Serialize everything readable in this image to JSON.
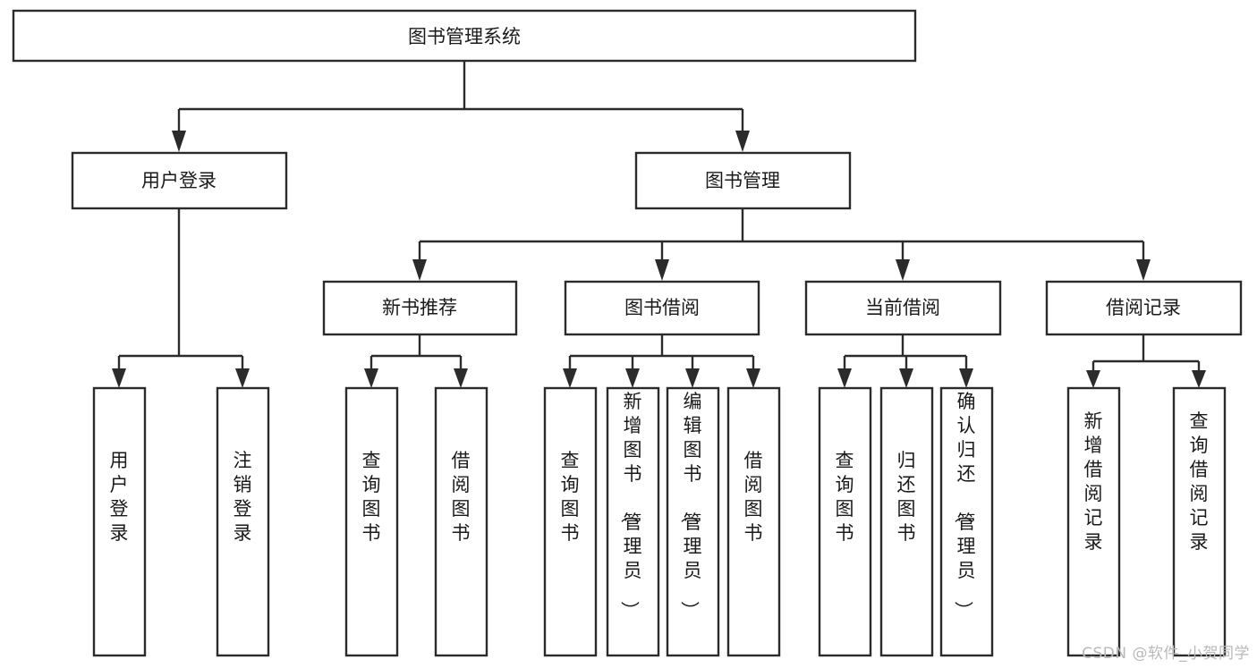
{
  "diagram": {
    "title": "图书管理系统",
    "type": "tree",
    "watermark": "CSDN @软件_小贺同学",
    "colors": {
      "stroke": "#2b2b2b",
      "fill": "#ffffff",
      "text": "#1a1a1a",
      "watermark": "#b9b9b9",
      "background": "#ffffff"
    },
    "levels": [
      {
        "name": "root",
        "labels": [
          "图书管理系统"
        ]
      },
      {
        "name": "level-1",
        "labels": [
          "用户登录",
          "图书管理"
        ]
      },
      {
        "name": "level-2",
        "labels": [
          "新书推荐",
          "图书借阅",
          "当前借阅",
          "借阅记录"
        ]
      },
      {
        "name": "level-3",
        "labels": [
          "用户登录",
          "注销登录",
          "查询图书",
          "借阅图书",
          "查询图书",
          "新增图书（管理员）",
          "编辑图书（管理员）",
          "借阅图书",
          "查询图书",
          "归还图书",
          "确认归还（管理员）",
          "新增借阅记录",
          "查询借阅记录"
        ]
      }
    ],
    "nodes": {
      "root": {
        "label": "图书管理系统"
      },
      "user_login": {
        "label": "用户登录"
      },
      "book_manage": {
        "label": "图书管理"
      },
      "new_book_rec": {
        "label": "新书推荐"
      },
      "book_borrow": {
        "label": "图书借阅"
      },
      "current_borrow": {
        "label": "当前借阅"
      },
      "borrow_record": {
        "label": "借阅记录"
      },
      "leaf_user_login": {
        "label": "用户登录"
      },
      "leaf_logout": {
        "label": "注销登录"
      },
      "leaf_query_book_1": {
        "label": "查询图书"
      },
      "leaf_borrow_book_1": {
        "label": "借阅图书"
      },
      "leaf_query_book_2": {
        "label": "查询图书"
      },
      "leaf_add_book": {
        "label": "新增图书（管理员）"
      },
      "leaf_edit_book": {
        "label": "编辑图书（管理员）"
      },
      "leaf_borrow_book_2": {
        "label": "借阅图书"
      },
      "leaf_query_book_3": {
        "label": "查询图书"
      },
      "leaf_return_book": {
        "label": "归还图书"
      },
      "leaf_confirm_return": {
        "label": "确认归还（管理员）"
      },
      "leaf_add_record": {
        "label": "新增借阅记录"
      },
      "leaf_query_record": {
        "label": "查询借阅记录"
      }
    },
    "edges": [
      {
        "from": "root",
        "to": "user_login"
      },
      {
        "from": "root",
        "to": "book_manage"
      },
      {
        "from": "book_manage",
        "to": "new_book_rec"
      },
      {
        "from": "book_manage",
        "to": "book_borrow"
      },
      {
        "from": "book_manage",
        "to": "current_borrow"
      },
      {
        "from": "book_manage",
        "to": "borrow_record"
      },
      {
        "from": "user_login",
        "to": "leaf_user_login"
      },
      {
        "from": "user_login",
        "to": "leaf_logout"
      },
      {
        "from": "new_book_rec",
        "to": "leaf_query_book_1"
      },
      {
        "from": "new_book_rec",
        "to": "leaf_borrow_book_1"
      },
      {
        "from": "book_borrow",
        "to": "leaf_query_book_2"
      },
      {
        "from": "book_borrow",
        "to": "leaf_add_book"
      },
      {
        "from": "book_borrow",
        "to": "leaf_edit_book"
      },
      {
        "from": "book_borrow",
        "to": "leaf_borrow_book_2"
      },
      {
        "from": "current_borrow",
        "to": "leaf_query_book_3"
      },
      {
        "from": "current_borrow",
        "to": "leaf_return_book"
      },
      {
        "from": "current_borrow",
        "to": "leaf_confirm_return"
      },
      {
        "from": "borrow_record",
        "to": "leaf_add_record"
      },
      {
        "from": "borrow_record",
        "to": "leaf_query_record"
      }
    ]
  }
}
